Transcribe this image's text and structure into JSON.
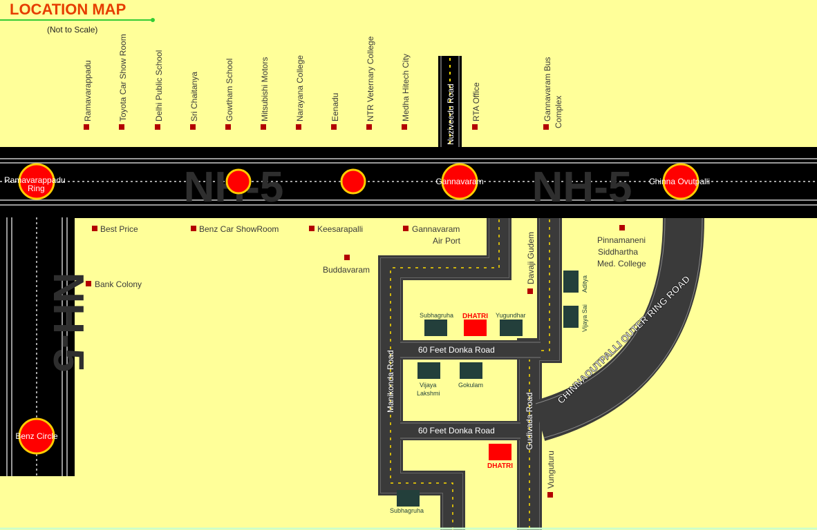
{
  "title": "LOCATION MAP",
  "subtitle": "(Not to Scale)",
  "colors": {
    "background": "#ffff99",
    "road": "#000000",
    "road_grey": "#3a3a3a",
    "title": "#e63d00",
    "marker": "#b30000",
    "circle": "#ff0000",
    "circle_ring": "#ffcc00",
    "building": "#233f3b",
    "highlight": "#ff0000",
    "underline": "#33cc33"
  },
  "top_landmarks": [
    {
      "label": "Ramavarappadu"
    },
    {
      "label": "Toyota Car Show Room"
    },
    {
      "label": "Delhi Public School"
    },
    {
      "label": "Sri Chaitanya"
    },
    {
      "label": "Gowtham School"
    },
    {
      "label": "Mitsubishi Motors"
    },
    {
      "label": "Narayana College"
    },
    {
      "label": "Eenadu"
    },
    {
      "label": "NTR Veternary College"
    },
    {
      "label": "Medha Hitech City"
    },
    {
      "label": "RTA Office"
    },
    {
      "label": "Gannavaram Bus",
      "label2": "Complex"
    }
  ],
  "highway": {
    "name_left": "NH-5",
    "name_right": "NH-5",
    "name_vertical": "NH-5",
    "nuziveedu_road": "Nuziveedu Road"
  },
  "junctions": {
    "ramavarappadu_line1": "Ramavarappadu",
    "ramavarappadu_line2": "Ring",
    "gannavaram": "Gannavaram",
    "chinna_ovutpalli": "Chinna Ovutpalli",
    "benz_circle": "Benz Circle"
  },
  "lower_landmarks": {
    "best_price": "Best Price",
    "benz_showroom": "Benz Car ShowRoom",
    "keesarapalli": "Keesarapalli",
    "gannavaram_airport_1": "Gannavaram",
    "gannavaram_airport_2": "Air Port",
    "buddavaram": "Buddavaram",
    "bank_colony": "Bank Colony",
    "pinnamaneni_1": "Pinnamaneni",
    "pinnamaneni_2": "Siddhartha",
    "pinnamaneni_3": "Med. College",
    "davaji_gudem": "Davaji Gudem",
    "vunguturu": "Vunguturu"
  },
  "roads": {
    "manikonda": "Manikonda Road",
    "donka_upper": "60 Feet Donka Road",
    "donka_lower": "60 Feet Donka Road",
    "gudivada": "Gudivada Road",
    "outer_ring": "CHINNAOUTPALLI OUTER RING ROAD"
  },
  "buildings": {
    "subhagruha_top": "Subhagruha",
    "dhatri_top": "DHATRI",
    "yugundhar": "Yugundhar",
    "vijaya_lakshmi_1": "Vijaya",
    "vijaya_lakshmi_2": "Lakshmi",
    "gokulam": "Gokulam",
    "dhatri_bottom": "DHATRI",
    "subhagruha_bottom": "Subhagruha",
    "aditya": "Aditya",
    "vijaya_sai": "Vijaya Sai"
  }
}
